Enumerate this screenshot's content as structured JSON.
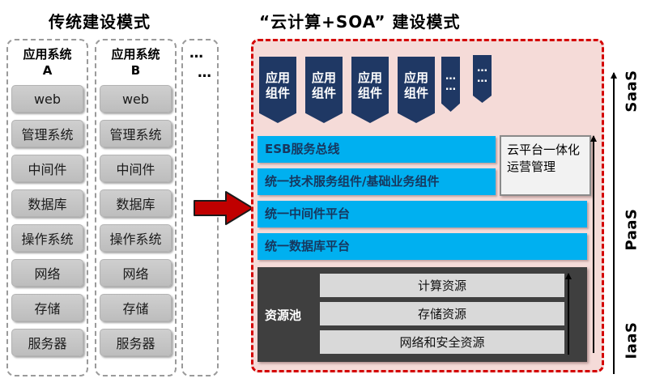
{
  "left_section": {
    "title": "传统建设模式",
    "columns": [
      {
        "header": "应用系统",
        "sub_header": "A",
        "items": [
          "web",
          "管理系统",
          "中间件",
          "数据库",
          "操作系统",
          "网络",
          "存储",
          "服务器"
        ]
      },
      {
        "header": "应用系统",
        "sub_header": "B",
        "items": [
          "web",
          "管理系统",
          "中间件",
          "数据库",
          "操作系统",
          "网络",
          "存储",
          "服务器"
        ]
      }
    ],
    "more_column": {
      "dots_top": "…",
      "dots_bottom": "…"
    }
  },
  "right_section": {
    "title": "“云计算+SOA” 建设模式",
    "app_banner": {
      "line1": "应用",
      "line2": "组件"
    },
    "banner_ellipsis": {
      "dots_top": "…",
      "dots_bottom": "…"
    },
    "platform_bars": [
      "ESB服务总线",
      "统一技术服务组件/基础业务组件",
      "统一中间件平台",
      "统一数据库平台"
    ],
    "management_box": "云平台一体化运营管理",
    "resource_pool": {
      "label": "资源池",
      "bars": [
        "计算资源",
        "存储资源",
        "网络和安全资源"
      ]
    }
  },
  "axis": {
    "layers": [
      "SaaS",
      "PaaS",
      "IaaS"
    ]
  },
  "colors": {
    "banner_navy": "#1F3864",
    "platform_blue": "#00B0F0",
    "platform_text_navy": "#17375E",
    "panel_pink": "#F5DBD8",
    "panel_border_red": "#D40000",
    "transform_arrow_red": "#C00000",
    "resource_pool_dark": "#3F3F3F",
    "resource_bar_gray": "#D9D9D9",
    "item_gray": "#C6C6C6"
  }
}
